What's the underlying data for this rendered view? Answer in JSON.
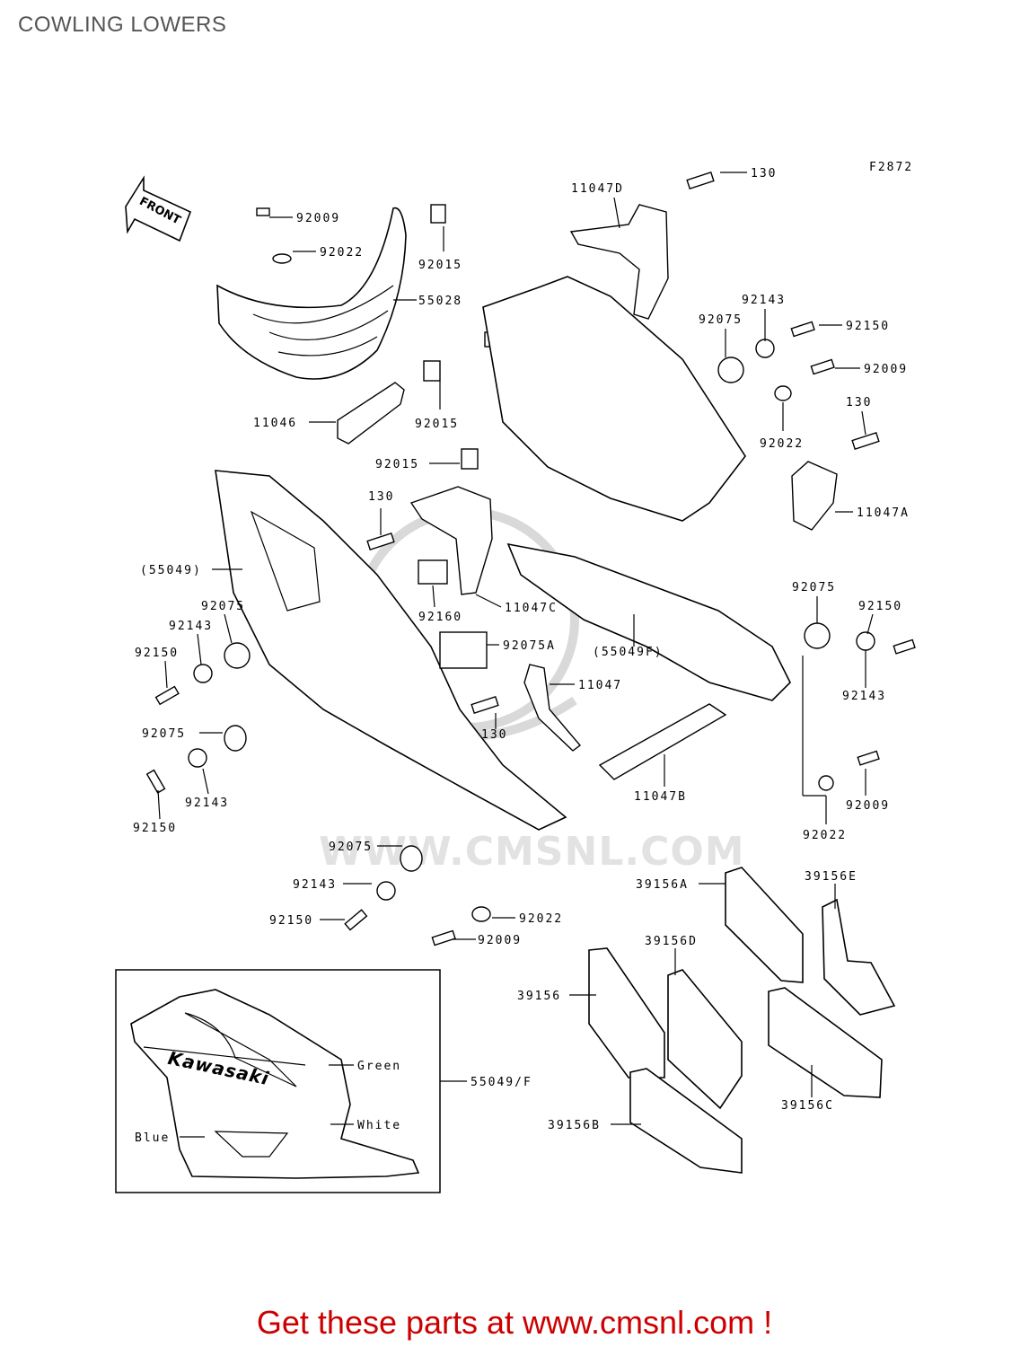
{
  "header": {
    "title": "COWLING LOWERS"
  },
  "diagram": {
    "figure_code": "F2872",
    "front_arrow_label": "FRONT",
    "callouts": {
      "c_92009_top": "92009",
      "c_92022_top": "92022",
      "c_92015_a": "92015",
      "c_55028": "55028",
      "c_92015_b": "92015",
      "c_11046": "11046",
      "c_92015_c": "92015",
      "c_130_top": "130",
      "c_11047d": "11047D",
      "c_92143_tr": "92143",
      "c_92075_tr": "92075",
      "c_92150_tr": "92150",
      "c_92009_tr": "92009",
      "c_130_right": "130",
      "c_92022_right": "92022",
      "c_11047a": "11047A",
      "c_130_left": "130",
      "c_55049_paren": "(55049)",
      "c_92075_l1": "92075",
      "c_92143_l1": "92143",
      "c_92150_l1": "92150",
      "c_92160": "92160",
      "c_11047c": "11047C",
      "c_92075a": "92075A",
      "c_55049f_paren": "(55049F)",
      "c_92075_r": "92075",
      "c_92150_r": "92150",
      "c_92143_r": "92143",
      "c_11047": "11047",
      "c_130_mid": "130",
      "c_92075_l2": "92075",
      "c_92143_l2": "92143",
      "c_92150_l2": "92150",
      "c_11047b": "11047B",
      "c_92009_r2": "92009",
      "c_92022_r2": "92022",
      "c_92075_b": "92075",
      "c_92143_b": "92143",
      "c_92150_b": "92150",
      "c_92022_b": "92022",
      "c_92009_b": "92009",
      "c_39156a": "39156A",
      "c_39156e": "39156E",
      "c_39156d": "39156D",
      "c_39156": "39156",
      "c_39156b": "39156B",
      "c_39156c": "39156C",
      "c_55049_f": "55049/F"
    },
    "inset": {
      "brand": "Kawasaki",
      "color_green": "Green",
      "color_white": "White",
      "color_blue": "Blue"
    },
    "watermark": "WWW.CMSNL.COM"
  },
  "footer": {
    "promo_text": "Get these parts at www.cmsnl.com !"
  },
  "colors": {
    "promo": "#cc0000",
    "line": "#000000",
    "watermark": "#d9d9d9"
  }
}
